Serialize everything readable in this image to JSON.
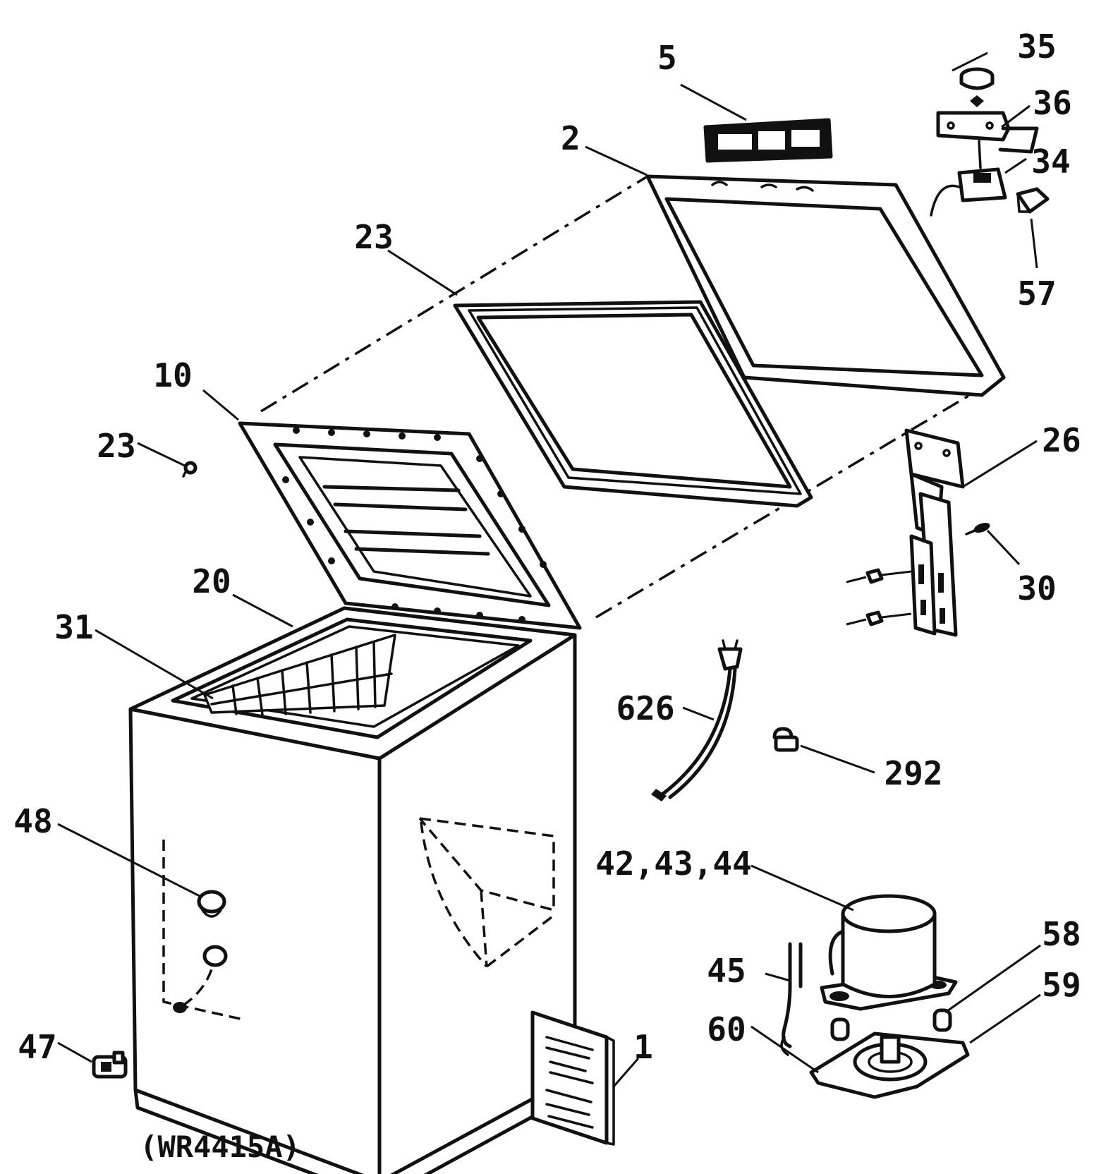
{
  "labels": {
    "p5": "5",
    "p35": "35",
    "p36": "36",
    "p34": "34",
    "p57": "57",
    "p2": "2",
    "p23_gasket": "23",
    "p10": "10",
    "p23_small": "23",
    "p26": "26",
    "p30": "30",
    "p20": "20",
    "p31": "31",
    "p626": "626",
    "p292": "292",
    "p48": "48",
    "p42_44": "42,43,44",
    "p58": "58",
    "p45": "45",
    "p59": "59",
    "p60": "60",
    "p47": "47",
    "p1": "1"
  },
  "caption": "(WR4415A)"
}
